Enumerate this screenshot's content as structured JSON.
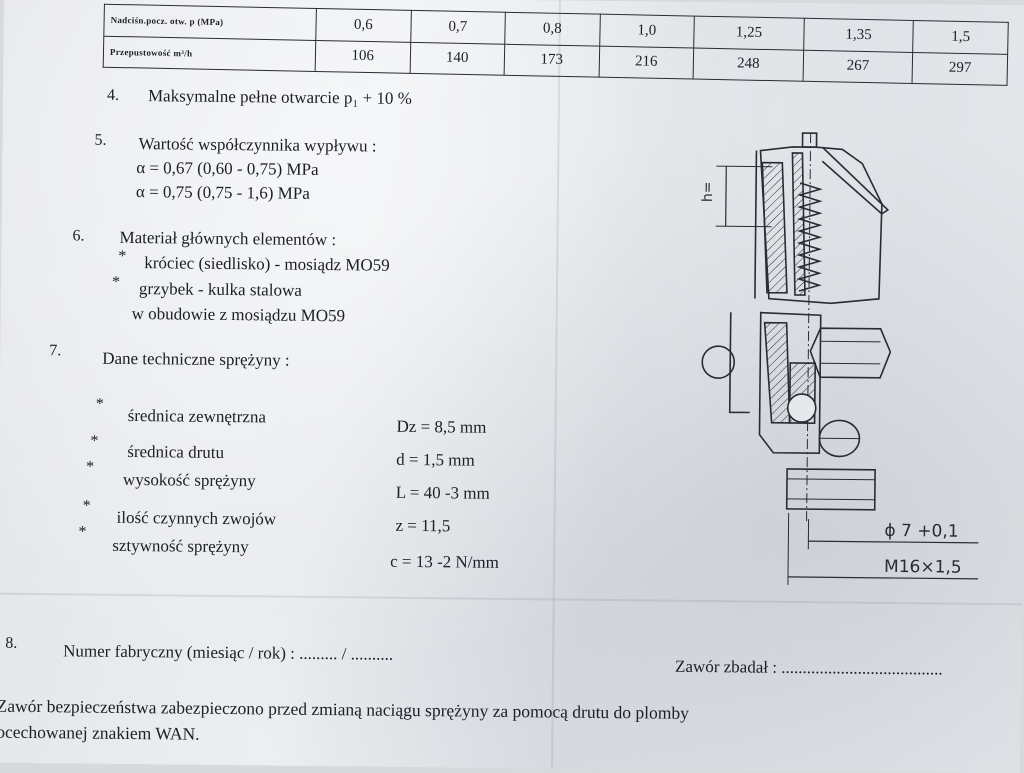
{
  "table": {
    "row1_label": "Nadciśn.pocz. otw. p  (MPa)",
    "row2_label": "Przepustowość  m³/h",
    "pressures": [
      "0,6",
      "0,7",
      "0,8",
      "1,0",
      "1,25",
      "1,35",
      "1,5"
    ],
    "flows": [
      "106",
      "140",
      "173",
      "216",
      "248",
      "267",
      "297"
    ]
  },
  "items": {
    "i4": {
      "num": "4.",
      "text": "Maksymalne pełne otwarcie p₁ + 10 %"
    },
    "i5": {
      "num": "5.",
      "title": "Wartość współczynnika wypływu :",
      "line1": "α = 0,67 (0,60 - 0,75) MPa",
      "line2": "α = 0,75 (0,75 - 1,6)  MPa"
    },
    "i6": {
      "num": "6.",
      "title": "Materiał głównych elementów :",
      "line1": "króciec (siedlisko) - mosiądz MO59",
      "line2": "grzybek - kulka stalowa",
      "line3": "w obudowie z mosiądzu MO59"
    },
    "i7": {
      "num": "7.",
      "title": "Dane techniczne sprężyny :",
      "specs": [
        {
          "label": "średnica zewnętrzna",
          "value": "Dz = 8,5 mm"
        },
        {
          "label": "średnica drutu",
          "value": "d = 1,5 mm"
        },
        {
          "label": "wysokość sprężyny",
          "value": "L = 40 -3 mm"
        },
        {
          "label": "ilość czynnych zwojów",
          "value": "z = 11,5"
        },
        {
          "label": "sztywność sprężyny",
          "value": "c = 13 -2 N/mm"
        }
      ]
    },
    "i8": {
      "num": "8.",
      "text": "Numer fabryczny (miesiąc / rok) : ......... / ..........",
      "inspected": "Zawór zbadał : ......................................"
    }
  },
  "footer": {
    "line1": "Zawór bezpieczeństwa zabezpieczono przed zmianą naciągu sprężyny za pomocą drutu do plomby",
    "line2": "ocechowanej znakiem WAN."
  },
  "drawing": {
    "dim_h": "h=",
    "dim_phi": "ϕ 7 +0,1",
    "dim_thread": "M16×1,5"
  }
}
